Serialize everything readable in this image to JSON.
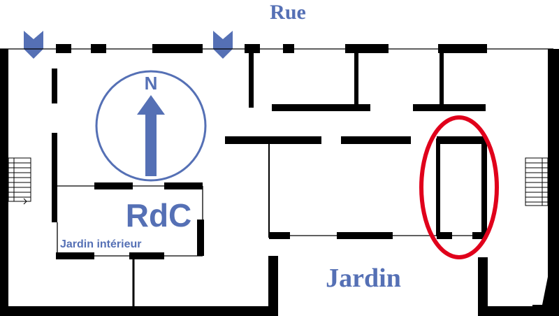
{
  "labels": {
    "street": "Rue",
    "ground_floor": "RdC",
    "garden": "Jardin",
    "inner_garden": "Jardin intérieur",
    "north": "N"
  },
  "colors": {
    "wall": "#000000",
    "accent": "#5570b5",
    "highlight": "#e0001b",
    "background": "#ffffff"
  },
  "icons": {
    "entrance_markers": [
      "entrance-arrow-icon",
      "entrance-arrow-icon"
    ],
    "compass": "north-compass-icon",
    "stairs": [
      "stairs-icon",
      "stairs-icon"
    ]
  }
}
